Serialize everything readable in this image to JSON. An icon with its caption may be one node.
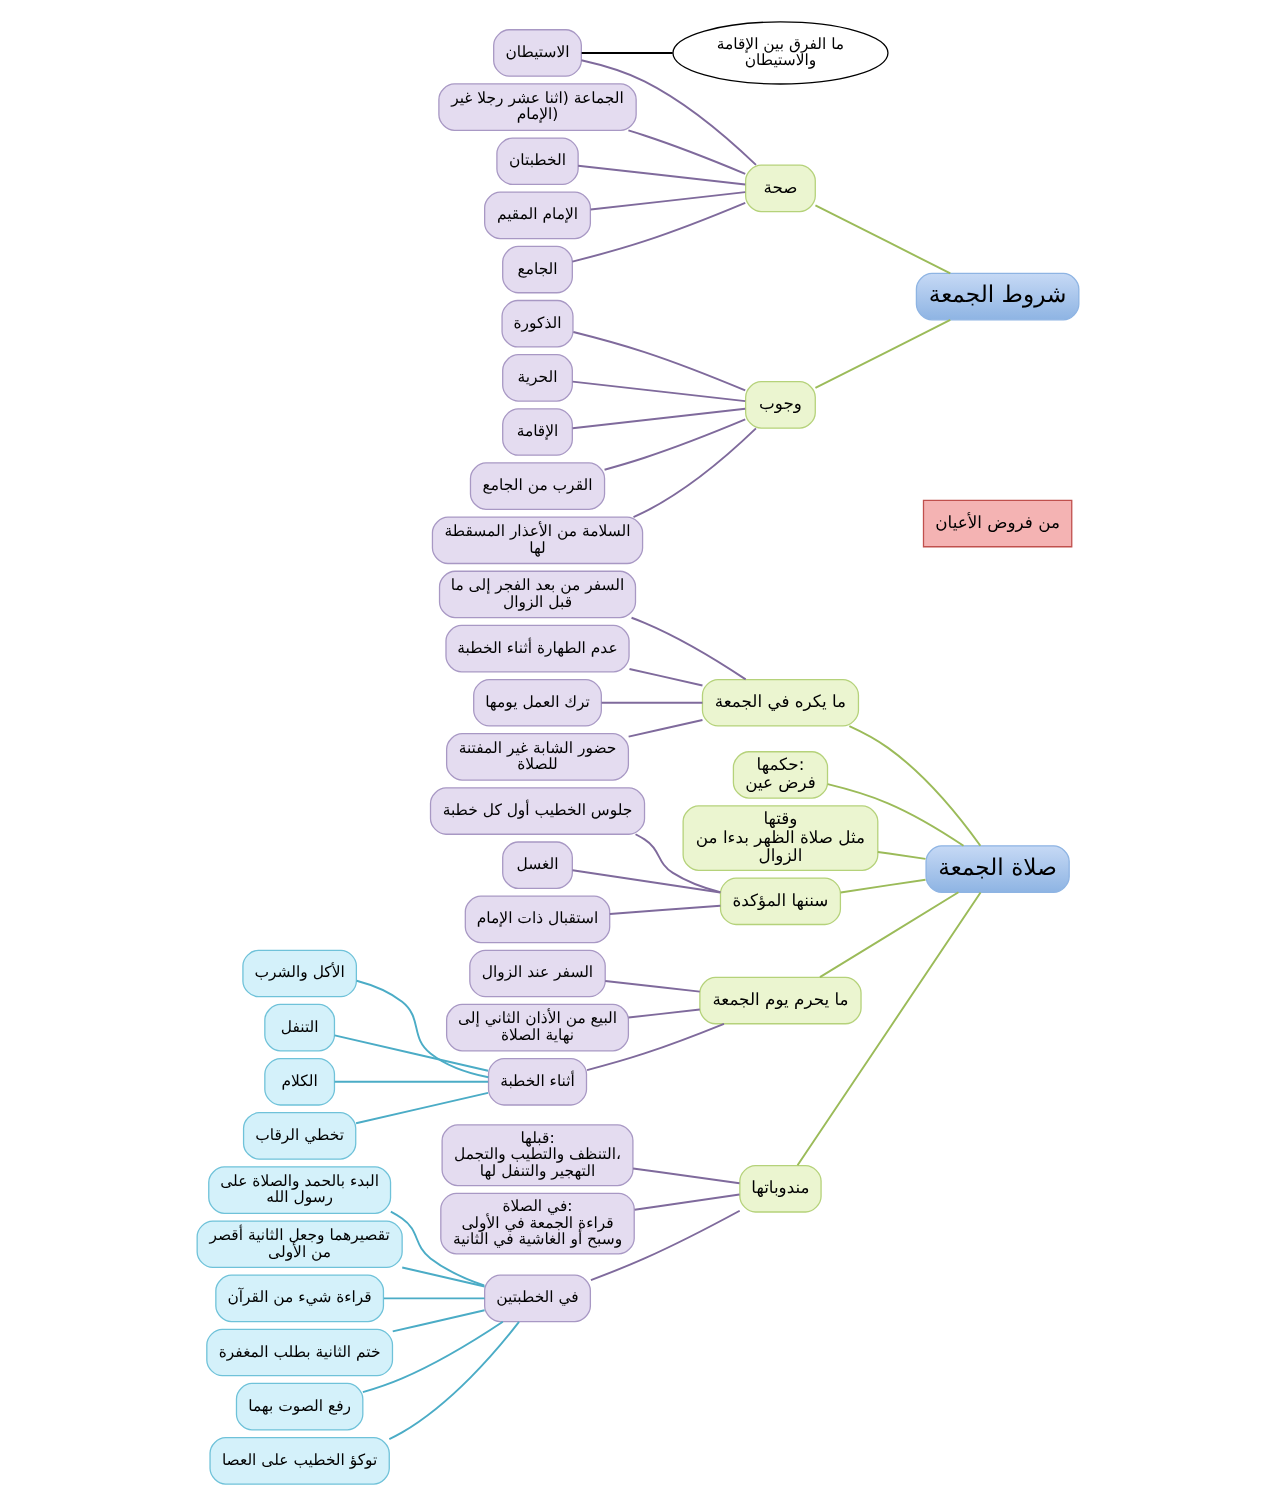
{
  "diagram": {
    "nodes": [
      {
        "text": [
          "صلاة الجمعة"
        ]
      },
      {
        "text": [
          "من فروض الأعيان"
        ]
      },
      {
        "text": [
          "ما يكره في الجمعة"
        ]
      },
      {
        "text": [
          "السفر من بعد الفجر إلى ما قبل الزوال"
        ]
      },
      {
        "text": [
          "عدم الطهارة أثناء الخطبة"
        ]
      },
      {
        "text": [
          "ترك العمل يومها"
        ]
      },
      {
        "text": [
          "حضور الشابة غير المفتنة للصلاة"
        ]
      },
      {
        "text": [
          "حكمها:",
          "فرض عين"
        ]
      },
      {
        "text": [
          "وقتها",
          "مثل صلاة الظهر بدءا من الزوال"
        ]
      },
      {
        "text": [
          "سننها المؤكدة"
        ]
      },
      {
        "text": [
          "جلوس الخطيب أول كل خطبة"
        ]
      },
      {
        "text": [
          "الغسل"
        ]
      },
      {
        "text": [
          "استقبال ذات الإمام"
        ]
      },
      {
        "text": [
          "ما يحرم يوم الجمعة"
        ]
      },
      {
        "text": [
          "السفر عند الزوال"
        ]
      },
      {
        "text": [
          "البيع من الأذان الثاني إلى نهاية الصلاة"
        ]
      },
      {
        "text": [
          "أثناء الخطبة"
        ]
      },
      {
        "text": [
          "الأكل والشرب"
        ]
      },
      {
        "text": [
          "التنفل"
        ]
      },
      {
        "text": [
          "الكلام"
        ]
      },
      {
        "text": [
          "تخطي الرقاب"
        ]
      },
      {
        "text": [
          "مندوباتها"
        ]
      },
      {
        "text": [
          "قبلها:",
          "التنظف والتطيب والتجمل، التهجير والتنفل لها"
        ]
      },
      {
        "text": [
          "في الصلاة:",
          "قراءة الجمعة في الأولى وسبح أو الغاشية في الثانية"
        ]
      },
      {
        "text": [
          "في الخطبتين"
        ]
      },
      {
        "text": [
          "البدء بالحمد والصلاة على رسول الله"
        ]
      },
      {
        "text": [
          "تقصيرهما وجعل الثانية أقصر من الأولى"
        ]
      },
      {
        "text": [
          "قراءة شيء من القرآن"
        ]
      },
      {
        "text": [
          "ختم الثانية بطلب المغفرة"
        ]
      },
      {
        "text": [
          "رفع الصوت بهما"
        ]
      },
      {
        "text": [
          "توكؤ الخطيب على العصا"
        ]
      },
      {
        "text": [
          "شروط الجمعة"
        ]
      },
      {
        "text": [
          "صحة"
        ]
      },
      {
        "text": [
          "وجوب"
        ]
      },
      {
        "text": [
          "ما الفرق بين الإقامة والاستيطان"
        ]
      },
      {
        "text": [
          "الجماعة (اثنا عشر رجلا غير الإمام)"
        ]
      },
      {
        "text": [
          "الاستيطان"
        ]
      },
      {
        "text": [
          "الخطبتان"
        ]
      },
      {
        "text": [
          "الإمام المقيم"
        ]
      },
      {
        "text": [
          "الجامع"
        ]
      },
      {
        "text": [
          "الذكورة"
        ]
      },
      {
        "text": [
          "الحرية"
        ]
      },
      {
        "text": [
          "الإقامة"
        ]
      },
      {
        "text": [
          "القرب من الجامع"
        ]
      },
      {
        "text": [
          "السلامة من الأعذار المسقطة لها"
        ]
      }
    ],
    "edges": [
      {
        "from": 0,
        "to": 2,
        "arrow": "none",
        "color": "#9bbb59"
      },
      {
        "from": 0,
        "to": 7,
        "arrow": "none",
        "color": "#9bbb59"
      },
      {
        "from": 0,
        "to": 8,
        "arrow": "none",
        "color": "#9bbb59"
      },
      {
        "from": 0,
        "to": 9,
        "arrow": "none",
        "color": "#9bbb59"
      },
      {
        "from": 0,
        "to": 13,
        "arrow": "none",
        "color": "#9bbb59"
      },
      {
        "from": 0,
        "to": 21,
        "arrow": "none",
        "color": "#9bbb59"
      },
      {
        "from": 2,
        "to": 3,
        "arrow": "none"
      },
      {
        "from": 2,
        "to": 4,
        "arrow": "none"
      },
      {
        "from": 2,
        "to": 5,
        "arrow": "none"
      },
      {
        "from": 2,
        "to": 6,
        "arrow": "none"
      },
      {
        "from": 9,
        "to": 10,
        "arrow": "none"
      },
      {
        "from": 9,
        "to": 11,
        "arrow": "none"
      },
      {
        "from": 9,
        "to": 12,
        "arrow": "none"
      },
      {
        "from": 13,
        "to": 14,
        "arrow": "none"
      },
      {
        "from": 13,
        "to": 15,
        "arrow": "none"
      },
      {
        "from": 13,
        "to": 16,
        "arrow": "none"
      },
      {
        "from": 16,
        "to": 17,
        "arrow": "none",
        "color": "#4bacc6"
      },
      {
        "from": 16,
        "to": 18,
        "arrow": "none",
        "color": "#4bacc6"
      },
      {
        "from": 16,
        "to": 19,
        "arrow": "none",
        "color": "#4bacc6"
      },
      {
        "from": 16,
        "to": 20,
        "arrow": "none",
        "color": "#4bacc6"
      },
      {
        "from": 21,
        "to": 22,
        "arrow": "none"
      },
      {
        "from": 21,
        "to": 23,
        "arrow": "none"
      },
      {
        "from": 21,
        "to": 24,
        "arrow": "none"
      },
      {
        "from": 24,
        "to": 25,
        "arrow": "none",
        "color": "#4bacc6"
      },
      {
        "from": 24,
        "to": 26,
        "arrow": "none",
        "color": "#4bacc6"
      },
      {
        "from": 24,
        "to": 27,
        "arrow": "none",
        "color": "#4bacc6"
      },
      {
        "from": 24,
        "to": 28,
        "arrow": "none",
        "color": "#4bacc6"
      },
      {
        "from": 24,
        "to": 29,
        "arrow": "none",
        "color": "#4bacc6"
      },
      {
        "from": 24,
        "to": 30,
        "arrow": "none",
        "color": "#4bacc6"
      },
      {
        "from": 31,
        "to": 32,
        "arrow": "none",
        "color": "#9bbb59"
      },
      {
        "from": 31,
        "to": 33,
        "arrow": "none",
        "color": "#9bbb59"
      },
      {
        "from": 34,
        "to": 36,
        "arrow": "none",
        "color": "#000000"
      },
      {
        "from": 32,
        "to": 35,
        "arrow": "none"
      },
      {
        "from": 32,
        "to": 36,
        "arrow": "none"
      },
      {
        "from": 32,
        "to": 37,
        "arrow": "none"
      },
      {
        "from": 32,
        "to": 38,
        "arrow": "none"
      },
      {
        "from": 32,
        "to": 39,
        "arrow": "none"
      },
      {
        "from": 33,
        "to": 40,
        "arrow": "none"
      },
      {
        "from": 33,
        "to": 41,
        "arrow": "none"
      },
      {
        "from": 33,
        "to": 42,
        "arrow": "none"
      },
      {
        "from": 33,
        "to": 43,
        "arrow": "none"
      },
      {
        "from": 33,
        "to": 44,
        "arrow": "none"
      }
    ]
  }
}
